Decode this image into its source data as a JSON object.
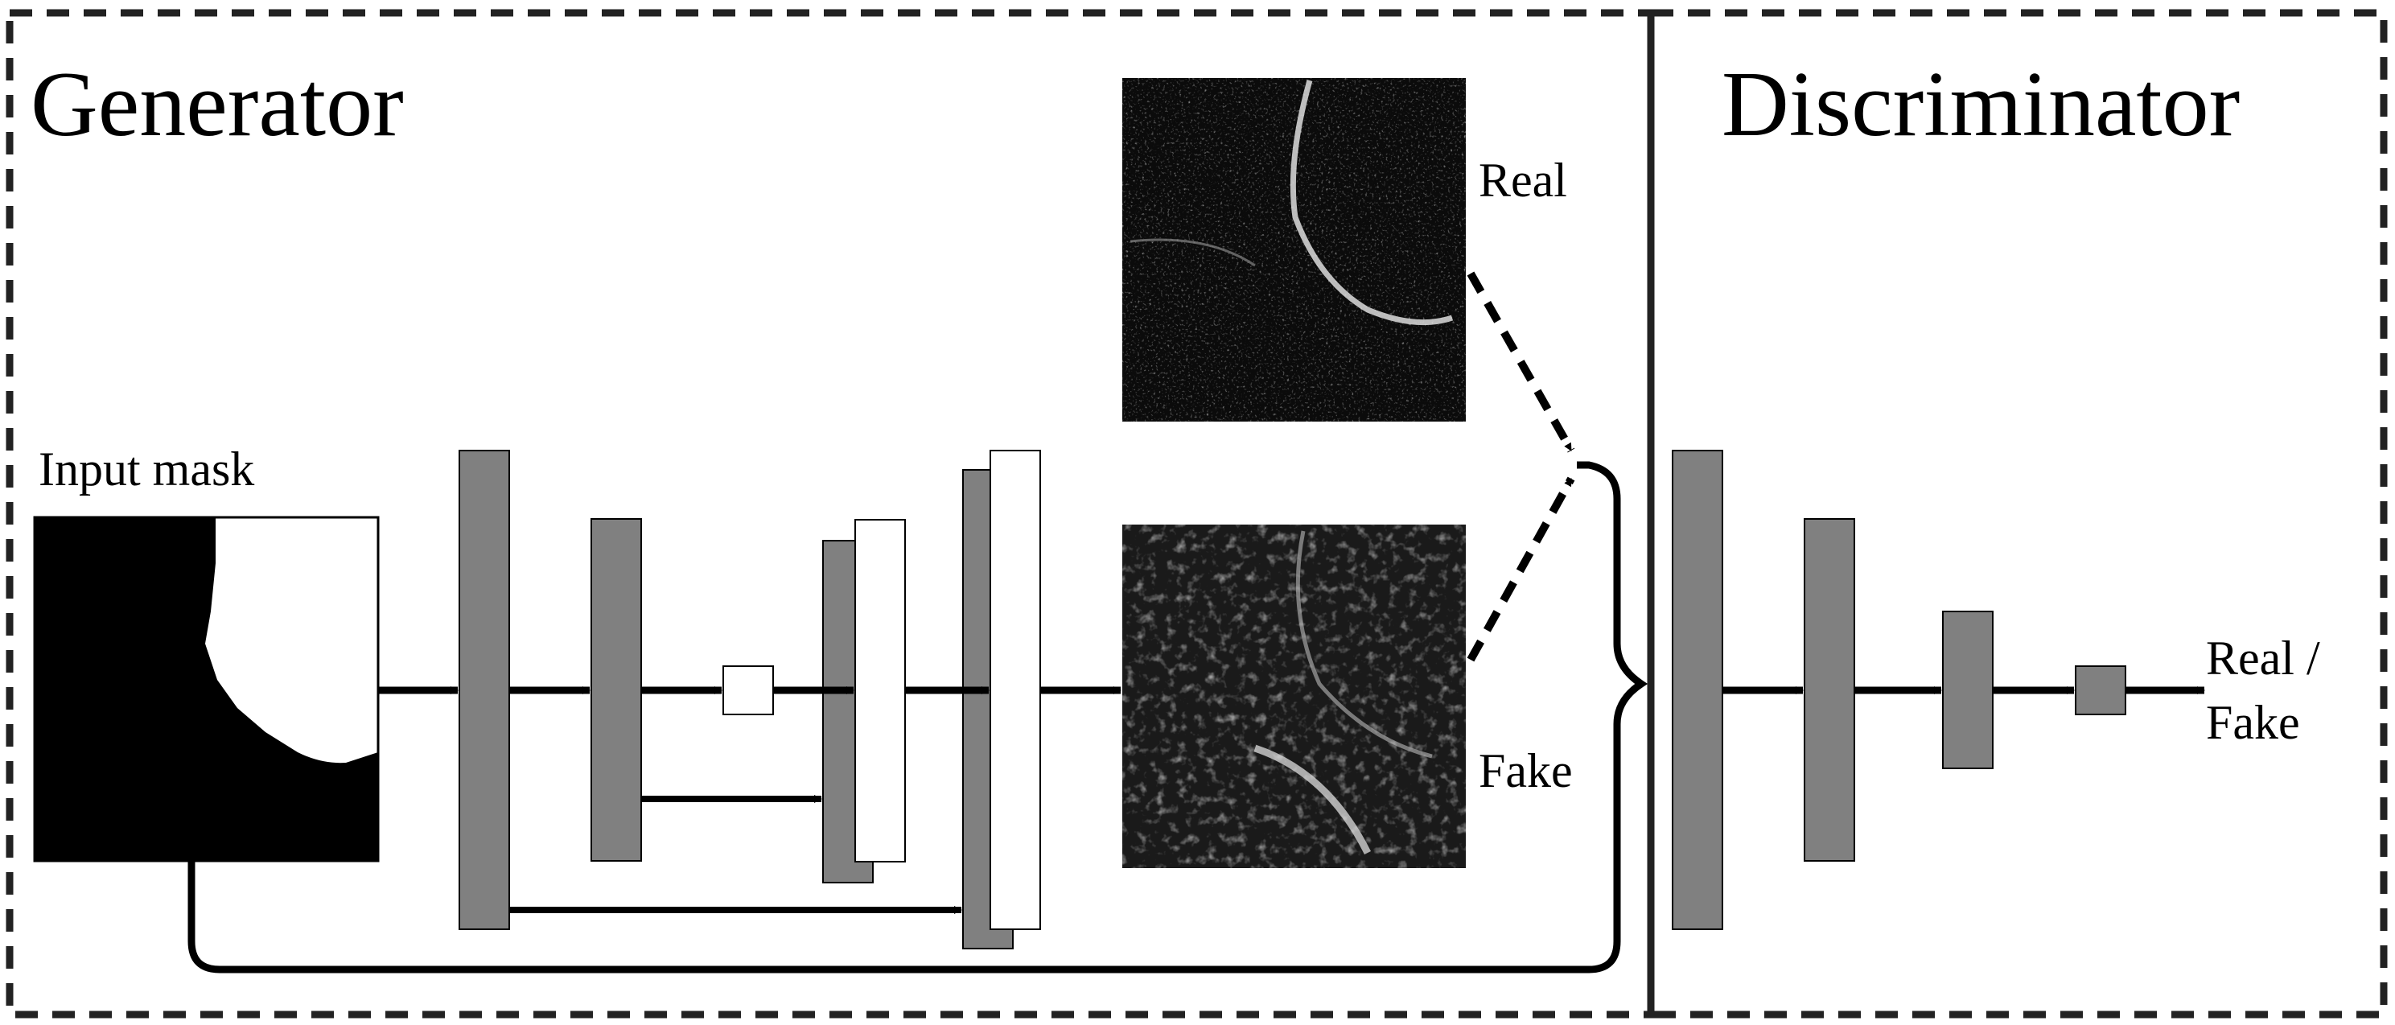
{
  "panels": {
    "generator_title": "Generator",
    "discriminator_title": "Discriminator"
  },
  "labels": {
    "input_mask": "Input mask",
    "real": "Real",
    "fake": "Fake",
    "output_line1": "Real /",
    "output_line2": "Fake"
  },
  "images": {
    "real_image": "real-sample-image",
    "fake_image": "fake-generated-image",
    "input_mask": "binary-mask-image"
  },
  "colors": {
    "layer_fill": "#808080",
    "line": "#000000",
    "background": "#ffffff"
  }
}
